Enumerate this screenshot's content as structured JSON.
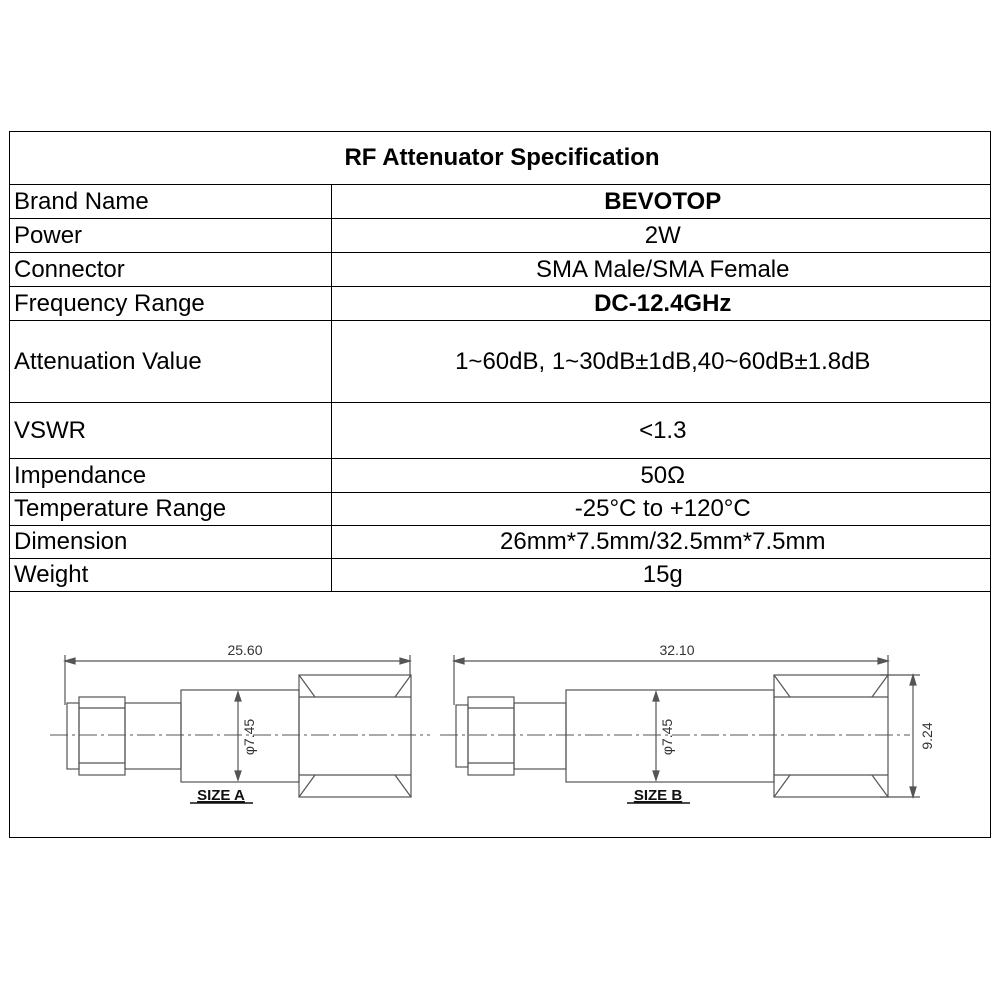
{
  "title": "RF Attenuator Specification",
  "rows": [
    {
      "label": "Brand Name",
      "value": "BEVOTOP",
      "bold": true
    },
    {
      "label": "Power",
      "value": "2W",
      "bold": false
    },
    {
      "label": "Connector",
      "value": "SMA Male/SMA Female",
      "bold": false
    },
    {
      "label": "Frequency Range",
      "value": "DC-12.4GHz",
      "bold": true
    },
    {
      "label": "Attenuation Value",
      "value": "1~60dB, 1~30dB±1dB,40~60dB±1.8dB",
      "bold": false
    },
    {
      "label": "VSWR",
      "value": "<1.3",
      "bold": false
    },
    {
      "label": "Impendance",
      "value": "50Ω",
      "bold": false
    },
    {
      "label": "Temperature Range",
      "value": "-25°C to +120°C",
      "bold": false
    },
    {
      "label": "Dimension",
      "value": "26mm*7.5mm/32.5mm*7.5mm",
      "bold": false
    },
    {
      "label": "Weight",
      "value": "15g",
      "bold": false
    }
  ],
  "drawings": {
    "size_a": {
      "length": "25.60",
      "diameter": "φ7.45",
      "label": "SIZE A"
    },
    "size_b": {
      "length": "32.10",
      "diameter": "φ7.45",
      "hex_height": "9.24",
      "label": "SIZE B"
    }
  }
}
